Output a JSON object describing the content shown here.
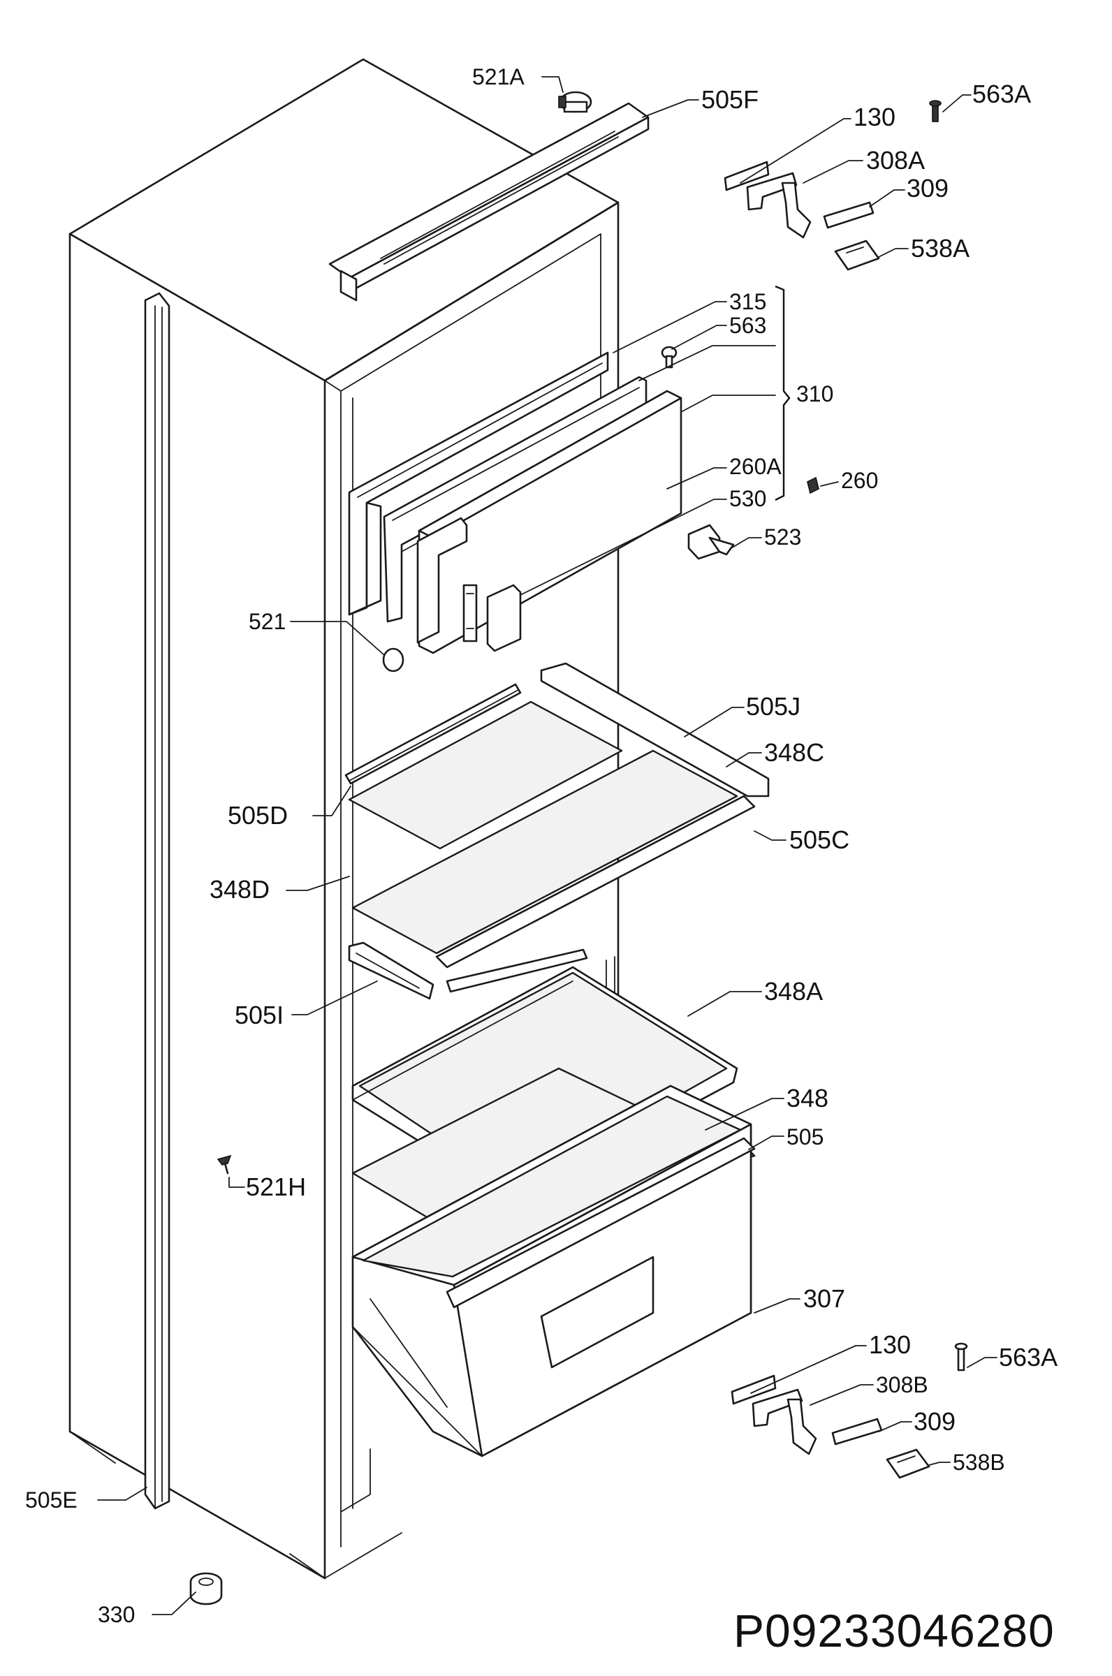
{
  "drawing_reference": "P09233046280",
  "part_labels": {
    "p521a": "521A",
    "p505f": "505F",
    "p563a_top": "563A",
    "p130_top": "130",
    "p308a": "308A",
    "p309_top": "309",
    "p538a": "538A",
    "p315": "315",
    "p563": "563",
    "p310": "310",
    "p260a": "260A",
    "p260": "260",
    "p530": "530",
    "p523": "523",
    "p521": "521",
    "p505j": "505J",
    "p348c": "348C",
    "p505d": "505D",
    "p505c": "505C",
    "p348d": "348D",
    "p505i": "505I",
    "p348a": "348A",
    "p348": "348",
    "p505": "505",
    "p521h": "521H",
    "p307": "307",
    "p130_bottom": "130",
    "p563a_bottom": "563A",
    "p308b": "308B",
    "p309_bottom": "309",
    "p538b": "538B",
    "p505e": "505E",
    "p330": "330"
  }
}
